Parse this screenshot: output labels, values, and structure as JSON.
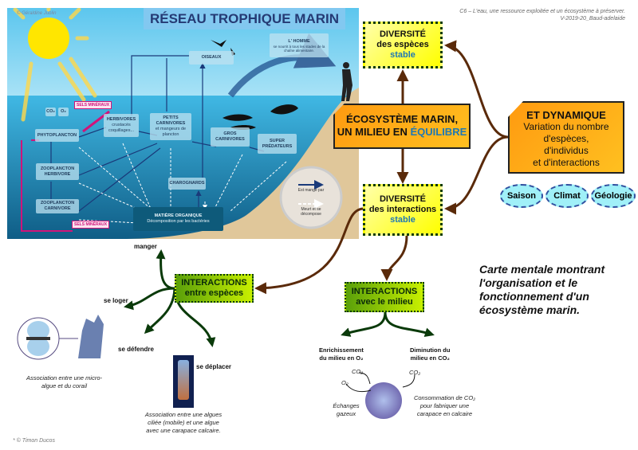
{
  "header": {
    "line1": "C6 – L'eau, une ressource exploitée et un écosystème à préserver.",
    "line2": "V-2019-20_Baud-adelaide"
  },
  "infographic": {
    "credit": "© Géraldine Jublin",
    "title": "RÉSEAU TROPHIQUE MARIN",
    "homme_title": "L' HOMME",
    "homme_sub": "se nourrit à tous les stades de la chaîne alimentaire.",
    "oiseaux": "OISEAUX",
    "co2": "CO₂",
    "o2": "O₂",
    "sels_top": "SELS MINÉRAUX",
    "sels_bottom": "SELS MINÉRAUX",
    "phytoplancton": "PHYTOPLANCTON",
    "herbivores": "HERBIVORES",
    "herbivores_sub": "crustacés coquillages...",
    "petits_carnivores": "PETITS CARNIVORES",
    "petits_carnivores_sub": "et mangeurs de plancton",
    "gros_carnivores": "GROS CARNIVORES",
    "super_predateurs": "SUPER PRÉDATEURS",
    "zoo_herbivore": "ZOOPLANCTON HERBIVORE",
    "zoo_carnivore": "ZOOPLANCTON CARNIVORE",
    "charognards": "CHAROGNARDS",
    "matiere": "MATIÈRE ORGANIQUE",
    "matiere_sub": "Décomposition par les bactéries",
    "legend_eaten": "Est mangé par",
    "legend_decompose": "Meurt et se décompose"
  },
  "map": {
    "center": {
      "line1": "ÉCOSYSTÈME MARIN,",
      "line2a": "UN MILIEU EN ",
      "line2b": "ÉQUILIBRE"
    },
    "div_especes": {
      "l1": "DIVERSITÉ",
      "l2": "des espèces",
      "l3": "stable"
    },
    "div_interactions": {
      "l1": "DIVERSITÉ",
      "l2": "des interactions",
      "l3": "stable"
    },
    "dynamique": {
      "title": "ET DYNAMIQUE",
      "body": [
        "Variation du nombre",
        "d'espèces,",
        "d'individus",
        "et d'interactions"
      ]
    },
    "factors": [
      "Saison",
      "Climat",
      "Géologie"
    ],
    "inter_especes": {
      "l1": "INTERACTIONS",
      "l2": "entre espèces",
      "branches": [
        "manger",
        "se loger",
        "se défendre",
        "se déplacer"
      ]
    },
    "inter_milieu": {
      "l1": "INTERACTIONS",
      "l2": "avec le milieu",
      "enrich": [
        "Enrichissement",
        "du milieu en O₂"
      ],
      "dimin": [
        "Diminution du",
        "milieu en CO₂"
      ]
    },
    "cap_corail": [
      "Association entre une micro-",
      "algue et du corail"
    ],
    "cap_algue": [
      "Association entre une algues",
      "ciliée (mobile) et une algue",
      "avec une carapace calcaire."
    ],
    "cap_co2": [
      "Consommation de CO₂",
      "pour fabriquer une",
      "carapace en calcaire"
    ],
    "cap_gaz": [
      "Échanges",
      "gazeux"
    ],
    "co2a": "CO₂",
    "co2b": "CO₂",
    "o2": "O₂",
    "description": [
      "Carte mentale montrant",
      "l'organisation et le",
      "fonctionnement d'un",
      "écosystème marin."
    ],
    "credit": "* ©  Timon Ducos"
  }
}
